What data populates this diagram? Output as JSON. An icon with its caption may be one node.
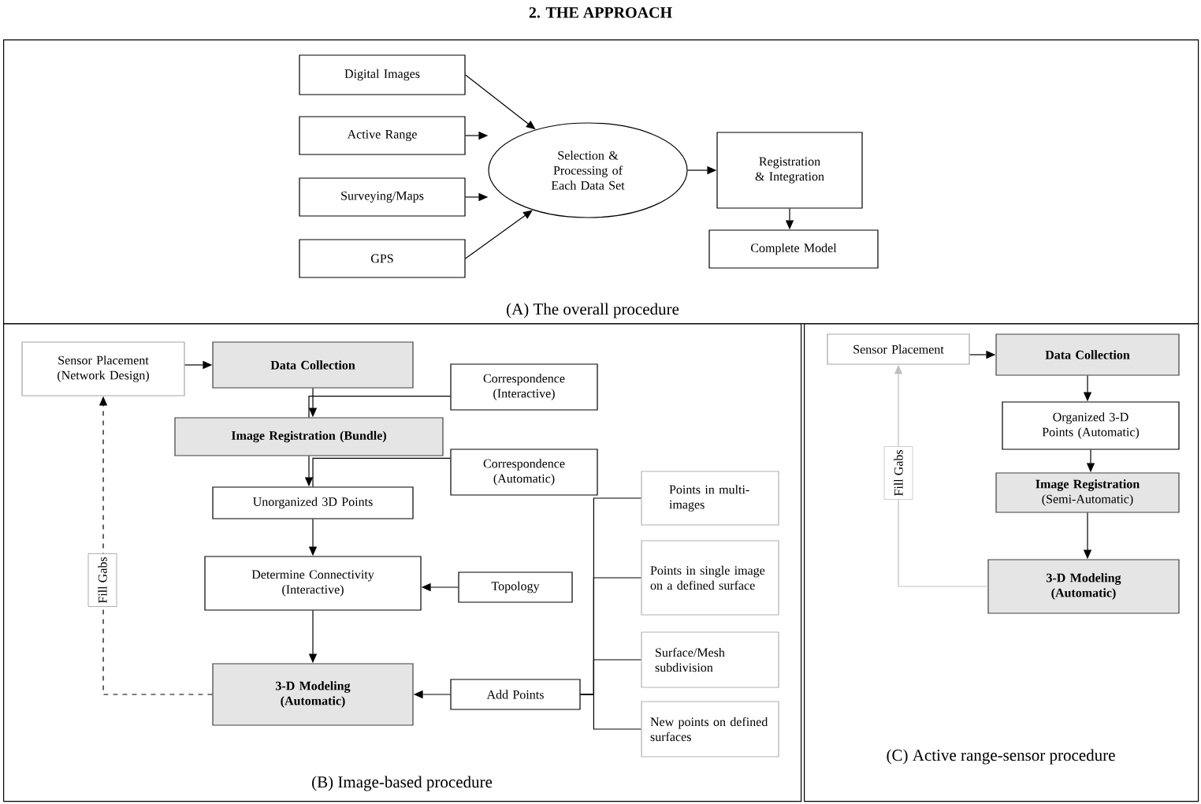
{
  "diagram": {
    "title": "2. THE APPROACH",
    "nodes": [
      {
        "text": [
          "(A) The overall procedure"
        ]
      },
      {
        "text": [
          "Digital Images"
        ],
        "in": 0
      },
      {
        "text": [
          "Active Range"
        ],
        "in": 0
      },
      {
        "text": [
          "Surveying/Maps"
        ],
        "in": 0
      },
      {
        "text": [
          "GPS"
        ],
        "in": 0
      },
      {
        "text": [
          "Selection & Processing of Each Data Set"
        ],
        "in": 0
      },
      {
        "text": [
          "Registration & Integration"
        ],
        "in": 0
      },
      {
        "text": [
          "Complete Model"
        ],
        "in": 0
      },
      {
        "text": [
          "(B) Image-based procedure"
        ]
      },
      {
        "text": [
          "Sensor Placement (Network Design)"
        ],
        "in": 8
      },
      {
        "text": [
          "Data Collection"
        ],
        "in": 8
      },
      {
        "text": [
          "Correspondence (Interactive)"
        ],
        "in": 8
      },
      {
        "text": [
          "Image Registration (Bundle)"
        ],
        "in": 8
      },
      {
        "text": [
          "Correspondence (Automatic)"
        ],
        "in": 8
      },
      {
        "text": [
          "Unorganized 3D Points"
        ],
        "in": 8
      },
      {
        "text": [
          "Determine Connectivity (Interactive)"
        ],
        "in": 8
      },
      {
        "text": [
          "Topology"
        ],
        "in": 8
      },
      {
        "text": [
          "3-D Modeling (Automatic)"
        ],
        "in": 8
      },
      {
        "text": [
          "Add Points"
        ],
        "in": 8
      },
      {
        "text": [
          "Points in multi- images"
        ],
        "in": 8
      },
      {
        "text": [
          "Points in single image on a defined surface"
        ],
        "in": 8
      },
      {
        "text": [
          "Surface/Mesh subdivision"
        ],
        "in": 8
      },
      {
        "text": [
          "New points on defined surfaces"
        ],
        "in": 8
      },
      {
        "text": [
          "(C) Active range-sensor procedure"
        ]
      },
      {
        "text": [
          "Sensor Placement"
        ],
        "in": 23
      },
      {
        "text": [
          "Data Collection"
        ],
        "in": 23
      },
      {
        "text": [
          "Organized 3-D Points (Automatic)"
        ],
        "in": 23
      },
      {
        "text": [
          "Image Registration",
          "(Semi-Automatic)"
        ],
        "in": 23
      },
      {
        "text": [
          "3-D Modeling (Automatic)"
        ],
        "in": 23
      }
    ],
    "edges": [
      {
        "from": 1,
        "to": 5,
        "arrow": "to"
      },
      {
        "from": 2,
        "to": 5,
        "arrow": "to"
      },
      {
        "from": 3,
        "to": 5,
        "arrow": "to"
      },
      {
        "from": 4,
        "to": 5,
        "arrow": "to"
      },
      {
        "from": 5,
        "to": 6,
        "arrow": "to"
      },
      {
        "from": 6,
        "to": 7,
        "arrow": "to"
      },
      {
        "from": 9,
        "to": 10,
        "arrow": "to"
      },
      {
        "from": 10,
        "to": 12,
        "arrow": "to"
      },
      {
        "from": 11,
        "to": 12,
        "arrow": "none"
      },
      {
        "from": 12,
        "to": 14,
        "arrow": "to"
      },
      {
        "from": 13,
        "to": 14,
        "arrow": "none"
      },
      {
        "from": 14,
        "to": 15,
        "arrow": "to"
      },
      {
        "from": 16,
        "to": 15,
        "arrow": "to"
      },
      {
        "from": 15,
        "to": 17,
        "arrow": "to"
      },
      {
        "from": 18,
        "to": 17,
        "arrow": "to"
      },
      {
        "from": 19,
        "to": 18,
        "arrow": "none"
      },
      {
        "from": 20,
        "to": 18,
        "arrow": "none"
      },
      {
        "from": 21,
        "to": 18,
        "arrow": "none"
      },
      {
        "from": 22,
        "to": 18,
        "arrow": "none"
      },
      {
        "from": 17,
        "to": 9,
        "arrow": "to",
        "style": "dashed",
        "label": "Fill Gabs"
      },
      {
        "from": 24,
        "to": 25,
        "arrow": "to"
      },
      {
        "from": 25,
        "to": 26,
        "arrow": "to"
      },
      {
        "from": 26,
        "to": 27,
        "arrow": "to"
      },
      {
        "from": 27,
        "to": 28,
        "arrow": "to"
      },
      {
        "from": 28,
        "to": 24,
        "arrow": "to",
        "color": "#bfbfbf",
        "label": "Fill Gabs"
      }
    ]
  }
}
